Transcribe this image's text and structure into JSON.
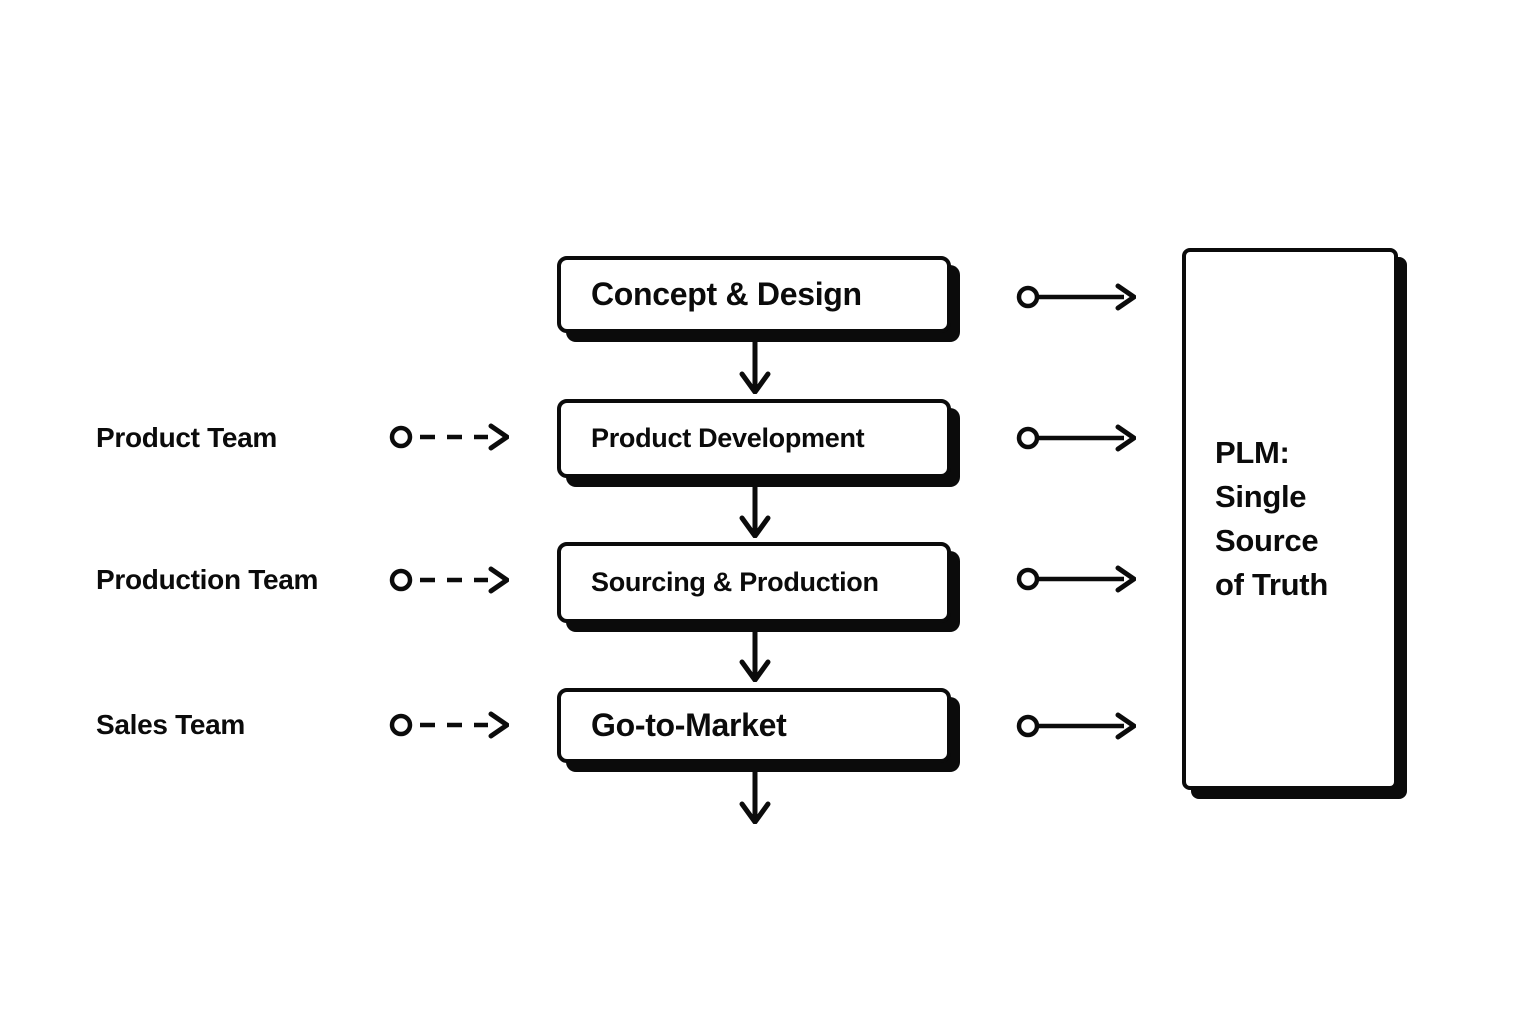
{
  "diagram": {
    "colors": {
      "ink": "#0b0b0b",
      "paper": "#ffffff"
    },
    "teams": [
      {
        "label": "Product Team"
      },
      {
        "label": "Production Team"
      },
      {
        "label": "Sales Team"
      }
    ],
    "stages": [
      {
        "label": "Concept & Design"
      },
      {
        "label": "Product Development"
      },
      {
        "label": "Sourcing & Production"
      },
      {
        "label": "Go-to-Market"
      }
    ],
    "plm": {
      "label": "PLM:\nSingle\nSource\nof Truth"
    },
    "icons": {
      "team_connector": "circle-dashed-arrow-icon",
      "plm_connector": "circle-solid-arrow-icon",
      "stage_connector": "down-arrow-icon"
    }
  }
}
